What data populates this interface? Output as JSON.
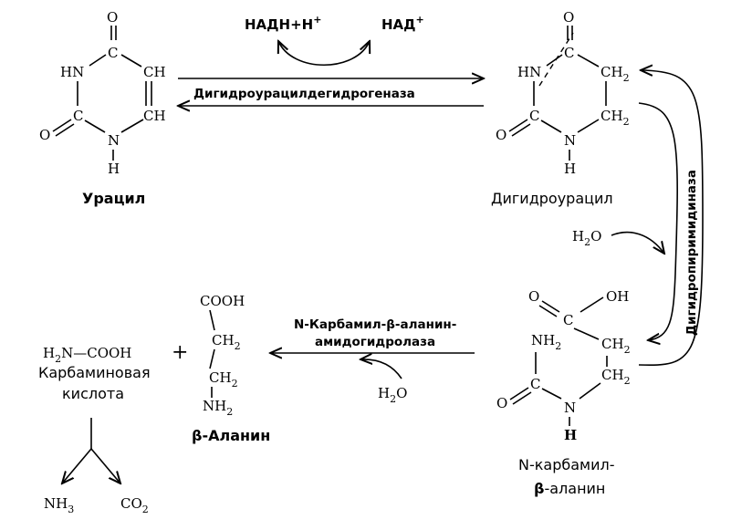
{
  "compounds": {
    "uracil": {
      "name": "Урацил",
      "atoms": {
        "o_top": "O",
        "hn": "HN",
        "c_top": "C",
        "ch_right_top": "CH",
        "c_left": "C",
        "ch_right_bottom": "CH",
        "o_left": "O",
        "n_bottom": "N",
        "h_bottom": "H"
      }
    },
    "dihydrouracil": {
      "name": "Дигидроурацил",
      "atoms": {
        "o_top": "O",
        "hn": "HN",
        "c_top": "C",
        "ch2_top": "CH",
        "ch2_top_sub": "2",
        "c_left": "C",
        "ch2_bottom": "CH",
        "ch2_bottom_sub": "2",
        "o_left": "O",
        "n_bottom": "N",
        "h_bottom": "H"
      }
    },
    "carbamyl_beta_alanine": {
      "name_line1": "N-карбамил-",
      "name_line2_greek": "β",
      "name_line2_rest": "-аланин",
      "atoms": {
        "o": "O",
        "oh": "OH",
        "c_acid": "C",
        "nh2": "NH",
        "nh2_sub": "2",
        "ch2_a": "CH",
        "ch2_a_sub": "2",
        "c_urea": "C",
        "o_urea": "O",
        "ch2_b": "CH",
        "ch2_b_sub": "2",
        "n": "N",
        "h": "H"
      }
    },
    "beta_alanine": {
      "name_greek": "β",
      "name_rest": "-Аланин",
      "atoms": {
        "cooh": "COOH",
        "ch2_1": "CH",
        "ch2_1_sub": "2",
        "ch2_2": "CH",
        "ch2_2_sub": "2",
        "nh2": "NH",
        "nh2_sub": "2"
      }
    },
    "carbamic_acid": {
      "formula_h": "H",
      "formula_sub": "2",
      "formula_rest": "N—COOH",
      "name_line1": "Карбаминовая",
      "name_line2": "кислота"
    },
    "plus": "+",
    "nh3": {
      "base": "NH",
      "sub": "3"
    },
    "co2": {
      "base": "CO",
      "sub": "2"
    }
  },
  "cofactors": {
    "nadh": "НАДН+Н",
    "nadh_sup": "+",
    "nad": "НАД",
    "nad_sup": "+"
  },
  "water": [
    {
      "base": "H",
      "sub": "2",
      "rest": "O"
    },
    {
      "base": "H",
      "sub": "2",
      "rest": "O"
    }
  ],
  "enzymes": {
    "dihydrouracil_dehydrogenase": "Дигидроурацилдегидрогеназа",
    "dihydropyrimidinase": "Дигидропиримидиназа",
    "amidohydrolase_line1_pre": "N-Карбамил-",
    "amidohydrolase_line1_greek": "β",
    "amidohydrolase_line1_post": "-аланин-",
    "amidohydrolase_line2": "амидогидролаза"
  }
}
